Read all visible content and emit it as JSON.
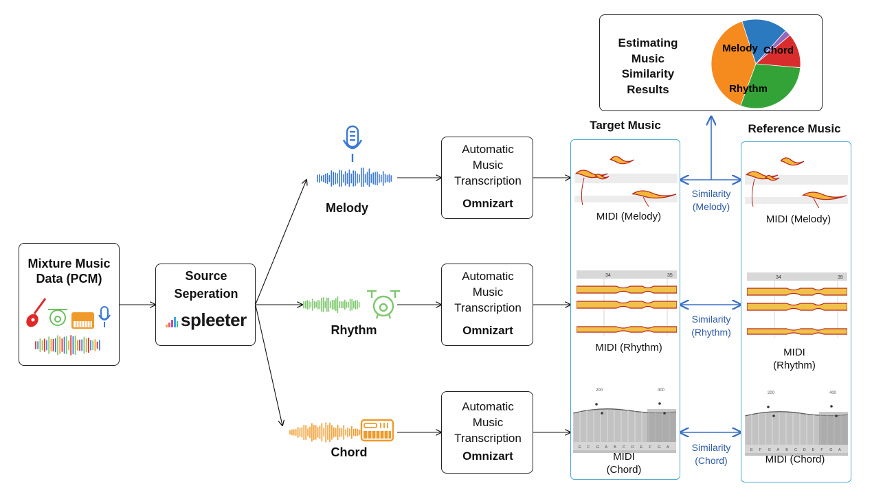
{
  "input": {
    "title": "Mixture Music Data (PCM)"
  },
  "separation": {
    "title": "Source Seperation",
    "tool_logo": "spleeter"
  },
  "sources": [
    {
      "label": "Melody",
      "color": "#3a78d6"
    },
    {
      "label": "Rhythm",
      "color": "#7cc76b"
    },
    {
      "label": "Chord",
      "color": "#ef9a2a"
    }
  ],
  "amt": {
    "title": "Automatic Music Transcription",
    "tool": "Omnizart"
  },
  "target": {
    "title": "Target Music"
  },
  "reference": {
    "title": "Reference Music"
  },
  "midi": {
    "melody": "MIDI (Melody)",
    "rhythm": "MIDI (Rhythm)",
    "chord": "MIDI (Chord)"
  },
  "similarity": {
    "melody": "Similarity (Melody)",
    "rhythm": "Similarity (Rhythm)",
    "chord": "Similarity (Chord)"
  },
  "results": {
    "title": "Estimating Music Similarity Results",
    "pie_labels": [
      "Melody",
      "Chord",
      "Rhythm"
    ],
    "pie_colors": [
      "#f58a1f",
      "#2b79be",
      "#33a337",
      "#d92d2d",
      "#9467bd"
    ]
  },
  "roll": {
    "bar_numbers": [
      "34",
      "35"
    ],
    "tick_numbers": [
      "200",
      "400"
    ],
    "key_notes": [
      "E",
      "F",
      "G",
      "A",
      "B",
      "C",
      "D",
      "E",
      "F",
      "G",
      "A"
    ]
  }
}
